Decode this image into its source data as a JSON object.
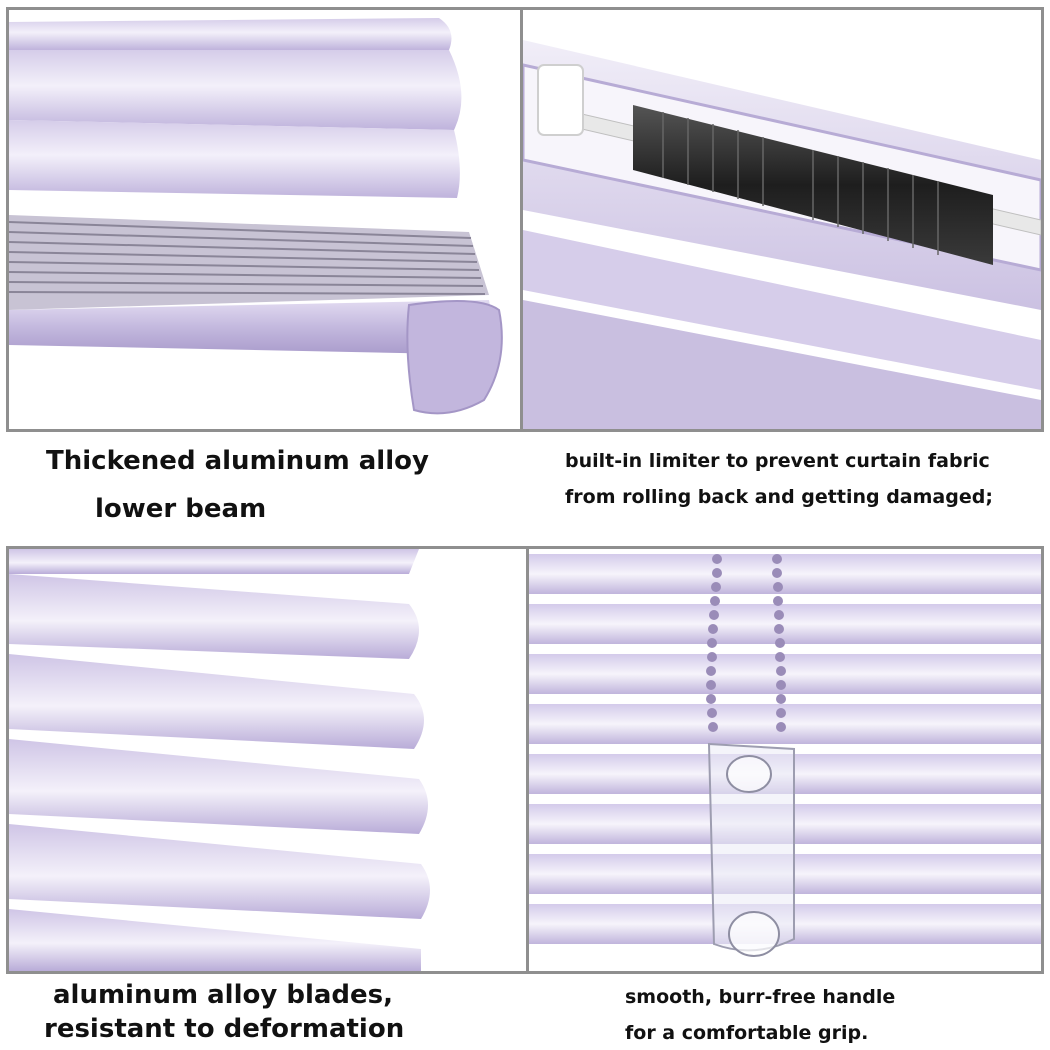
{
  "captions": {
    "lower_beam": {
      "line1": "Thickened aluminum alloy",
      "line2": "lower beam"
    },
    "limiter": {
      "line1": "built-in limiter to prevent curtain fabric",
      "line2": "from rolling back and getting damaged;"
    },
    "blades": {
      "line1": "aluminum alloy blades,",
      "line2": "resistant to deformation"
    },
    "handle": {
      "line1": "smooth, burr-free handle",
      "line2": "for a comfortable grip."
    }
  },
  "colors": {
    "slat_lavender": "#c9bfe0",
    "slat_highlight": "#ece8f6",
    "frame_gray": "#8f8f8f",
    "spring_black": "#2a2a2a",
    "bead_purple": "#9a8cb8"
  }
}
